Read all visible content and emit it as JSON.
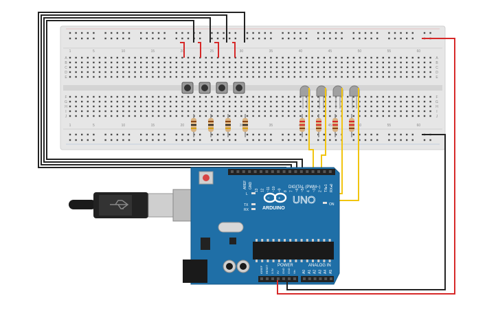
{
  "breadboard": {
    "columns": [
      "1",
      "5",
      "10",
      "15",
      "20",
      "25",
      "30",
      "35",
      "40",
      "45",
      "50",
      "55",
      "60"
    ],
    "rows_top": [
      "A",
      "B",
      "C",
      "D",
      "E"
    ],
    "rows_bottom": [
      "F",
      "G",
      "H",
      "I",
      "J"
    ]
  },
  "arduino": {
    "board_name": "UNO",
    "brand": "ARDUINO",
    "digital_label": "DIGITAL (PWM~)",
    "power_label": "POWER",
    "analog_label": "ANALOG IN",
    "aref": "AREF",
    "gnd": "GND",
    "on_label": "ON",
    "tx": "TX",
    "rx": "RX",
    "l": "L",
    "digital_pins": [
      "13",
      "12",
      "~11",
      "~10",
      "~9",
      "8",
      "7",
      "~6",
      "~5",
      "4",
      "~3",
      "2",
      "TX▸1",
      "RX◂0"
    ],
    "power_pins": [
      "IOREF",
      "RESET",
      "3.3V",
      "5V",
      "GND",
      "GND",
      "Vin"
    ],
    "analog_pins": [
      "A0",
      "A1",
      "A2",
      "A3",
      "A4",
      "A5"
    ]
  },
  "colors": {
    "breadboard": "#e8e8e8",
    "hole": "#4a4a4a",
    "arduino": "#1f6fa7",
    "wire_black": "#222222",
    "wire_red": "#d62828",
    "wire_yellow": "#f1c40f"
  }
}
